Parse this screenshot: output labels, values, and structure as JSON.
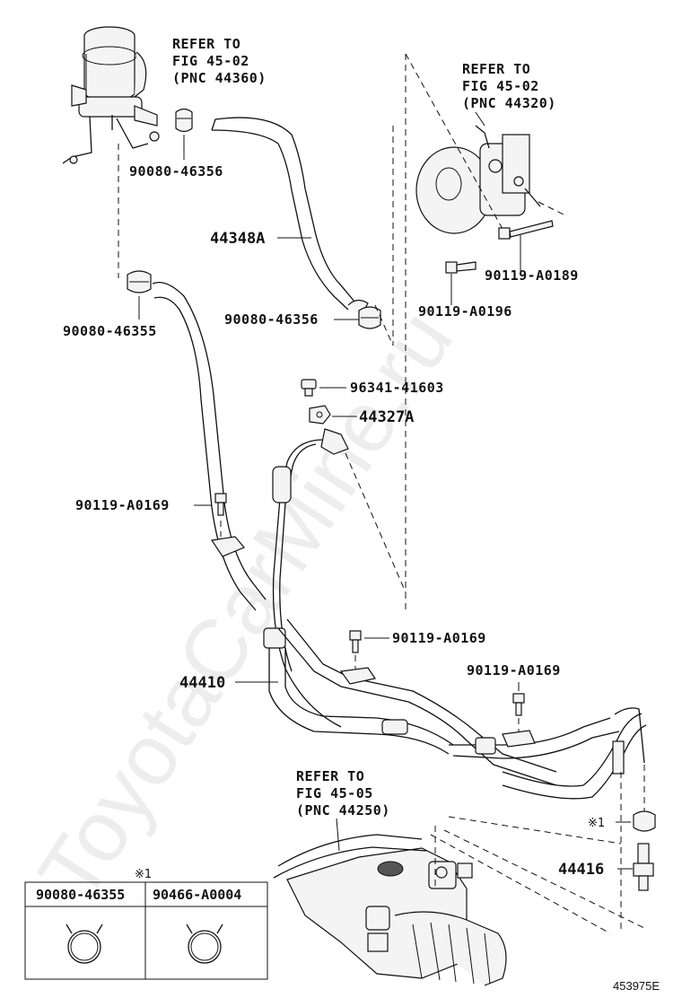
{
  "watermark": "ToyotaCarMine.ru",
  "figure_number": "453975E",
  "refer_blocks": [
    {
      "line1": "REFER TO",
      "line2": "FIG 45-02",
      "line3": "(PNC 44360)"
    },
    {
      "line1": "REFER TO",
      "line2": "FIG 45-02",
      "line3": "(PNC 44320)"
    },
    {
      "line1": "REFER TO",
      "line2": "FIG 45-05",
      "line3": "(PNC 44250)"
    }
  ],
  "part_labels": {
    "clip_upper": "90080-46356",
    "hose_return": "44348A",
    "clip_lower_right": "90080-46356",
    "clip_left": "90080-46355",
    "bolt_pump_long": "90119-A0189",
    "bolt_pump_short": "90119-A0196",
    "union_bolt": "96341-41603",
    "gasket": "44327A",
    "bolt_left": "90119-A0169",
    "bolt_mid": "90119-A0169",
    "bolt_right": "90119-A0169",
    "pressure_tube": "44410",
    "return_tube": "44416"
  },
  "note_mark": "※1",
  "table": {
    "mark": "※1",
    "columns": [
      "90080-46355",
      "90466-A0004"
    ]
  }
}
